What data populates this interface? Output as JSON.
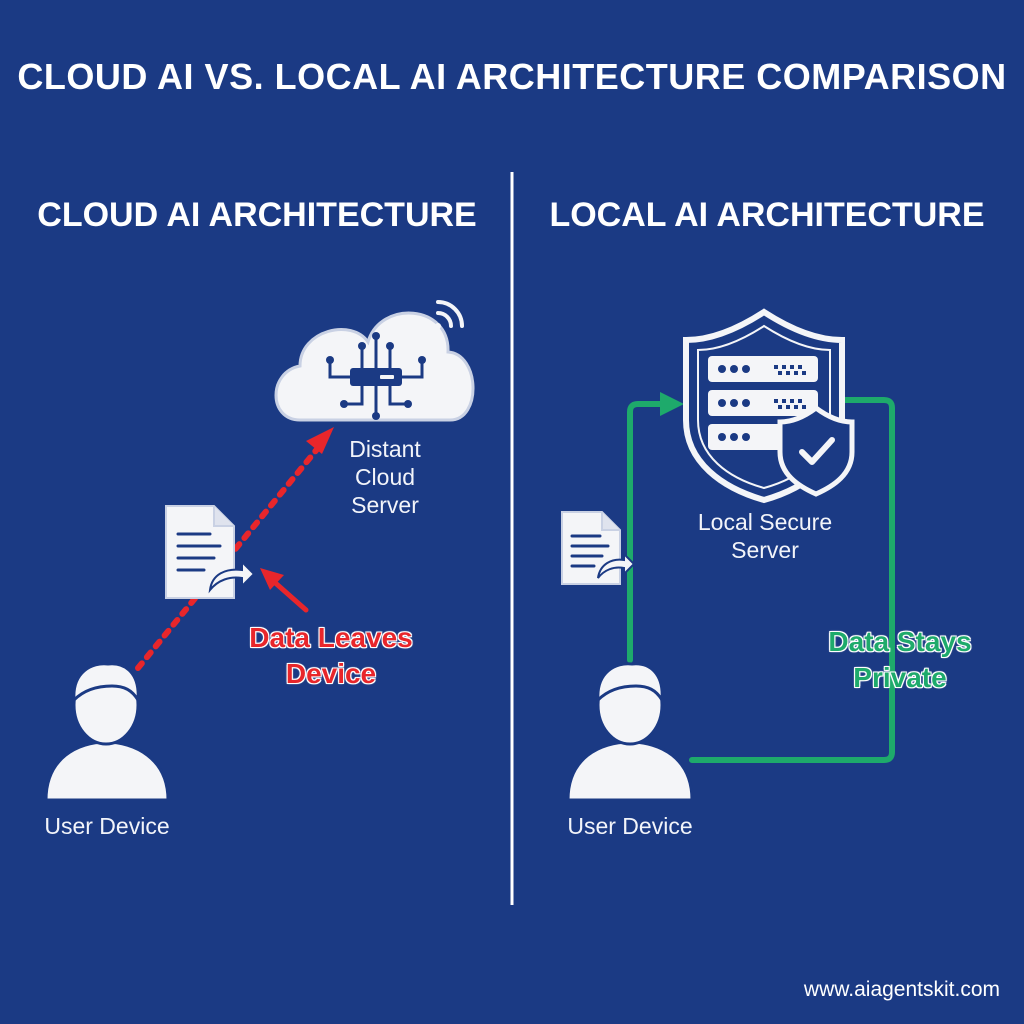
{
  "title": "CLOUD AI VS. LOCAL AI ARCHITECTURE COMPARISON",
  "cloud": {
    "heading": "CLOUD AI ARCHITECTURE",
    "server_label": "Distant Cloud Server",
    "callout": "Data Leaves Device",
    "user_label": "User Device"
  },
  "local": {
    "heading": "LOCAL AI ARCHITECTURE",
    "server_label": "Local Secure Server",
    "callout": "Data Stays Private",
    "user_label": "User Device"
  },
  "footer": "www.aiagentskit.com",
  "colors": {
    "background": "#1b3a84",
    "cloud_flow": "#e8262b",
    "local_flow": "#1eaa6b",
    "icon_fill": "#f4f5f8",
    "icon_stroke": "#1b3a84"
  }
}
